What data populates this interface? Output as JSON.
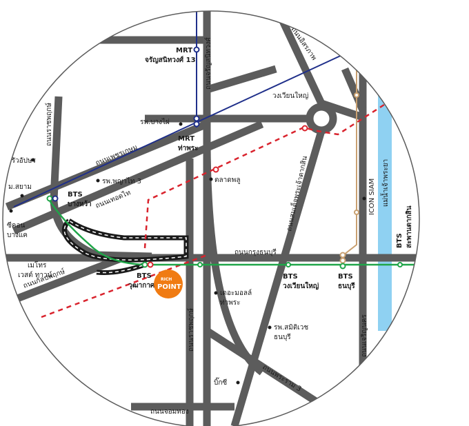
{
  "roads": {
    "charansanitwong": "ถนนจรัญสนิทวงศ์",
    "isaraphap": "ถนนอิสรภาพ",
    "ratchaphruek": "ถนนราชพฤกษ์",
    "phetkasem": "ถนนเพชรเกษม",
    "thoet_thai": "ถนนเทอดไท",
    "krung_thonburi": "ถนนกรุงธนบุรี",
    "kanlapaphruek": "ถนนกัลปพฤกษ์",
    "somdet_phra_chao_tak_sin": "ถนนสมเด็จพระเจ้าตากสิน",
    "charoen_nakhon": "ถนนเจริญนคร",
    "ratchaphruek_phra_ram3": "ถนนพระราม 3",
    "chom_thong": "ถนนจอมทอง",
    "ratchaphruek_lower": "ถนนราชพฤกษ์"
  },
  "stations": {
    "mrt_charan13_line1": "MRT",
    "mrt_charan13_line2": "จรัญสนิทวงศ์ 13",
    "mrt_thapra_line1": "MRT",
    "mrt_thapra_line2": "ท่าพระ",
    "bts_bangwa_line1": "BTS",
    "bts_bangwa_line2": "บางหว้า",
    "bts_wutthakat_line1": "BTS",
    "bts_wutthakat_line2": "วุฒากาศ",
    "bts_wongwian_line1": "BTS",
    "bts_wongwian_line2": "วงเวียนใหญ่",
    "bts_thonburi_line1": "BTS",
    "bts_thonburi_line2": "ธนบุรี",
    "bts_saphan_line1": "BTS",
    "bts_saphan_line2": "สะพานตากสิน"
  },
  "places": {
    "wongwian_yai": "วงเวียนใหญ่",
    "bangphai_hospital": "รพ.บางไผ่",
    "phyathai3_hospital": "รพ.พญาไท 3",
    "talat_phlu": "ตลาดพลู",
    "krua_apsorn": "ครัวอัปษร",
    "siam_univ": "ม.สยาม",
    "seacon_line1": "ซีคอน",
    "seacon_line2": "บางแค",
    "metro_line1": "เมโทร",
    "metro_line2": "เวสต์ ทาวน์",
    "the_mall_line1": "เดอะมอลล์",
    "the_mall_line2": "ท่าพระ",
    "samitivej_line1": "รพ.สมิติเวช",
    "samitivej_line2": "ธนบุรี",
    "big_c": "บิ๊กซี",
    "icon_siam": "ICON SIAM",
    "chao_phraya": "แม่น้ำเจ้าพระยา"
  },
  "logo": {
    "top": "RICH",
    "bottom": "POINT"
  },
  "colors": {
    "road": "#5c5c5c",
    "mrt_blue_line": "#1f2f8a",
    "bts_green_line": "#1fa548",
    "red_dashed_line": "#d9232d",
    "gold_line": "#c9a070",
    "river": "#8fd1f2",
    "logo_orange": "#f07b12",
    "expressway": "#1a1a1a"
  }
}
